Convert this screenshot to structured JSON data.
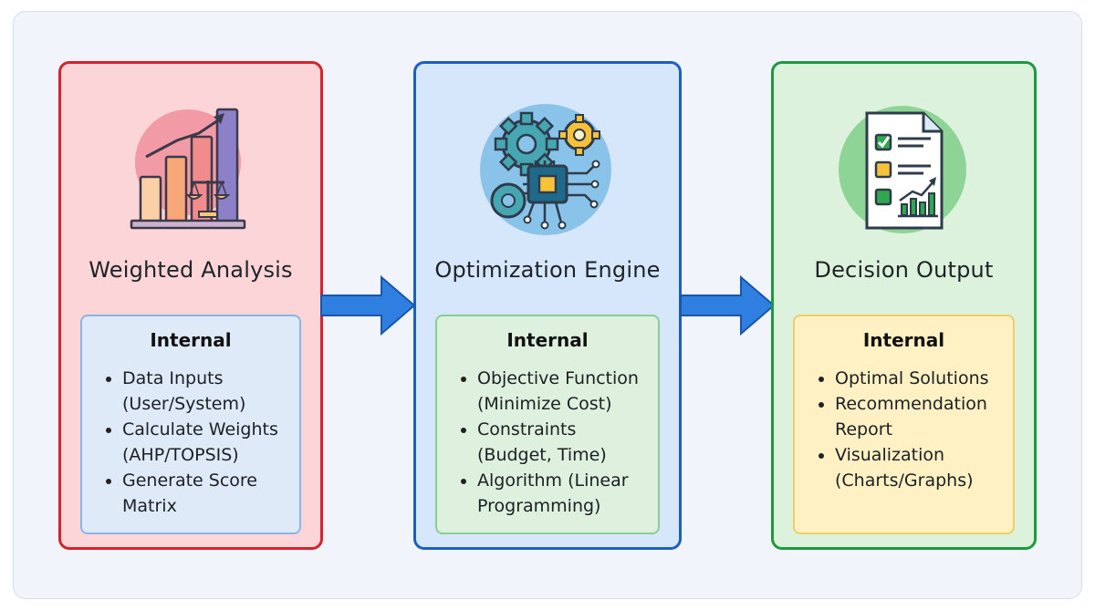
{
  "cards": [
    {
      "title": "Weighted Analysis",
      "icon": "bar-chart-with-scales-icon",
      "accent": "#d6232b",
      "inner": {
        "title": "Internal",
        "items": [
          "Data Inputs (User/System)",
          "Calculate Weights (AHP/TOPSIS)",
          "Generate Score Matrix"
        ]
      }
    },
    {
      "title": "Optimization Engine",
      "icon": "gears-and-chip-icon",
      "accent": "#1c5fc2",
      "inner": {
        "title": "Internal",
        "items": [
          "Objective Function (Minimize Cost)",
          "Constraints (Budget, Time)",
          "Algorithm (Linear Programming)"
        ]
      }
    },
    {
      "title": "Decision Output",
      "icon": "checklist-report-icon",
      "accent": "#1d9a3c",
      "inner": {
        "title": "Internal",
        "items": [
          "Optimal Solutions",
          "Recommendation Report",
          "Visualization (Charts/Graphs)"
        ]
      }
    }
  ],
  "arrows": [
    "arrow-right-icon",
    "arrow-right-icon"
  ]
}
